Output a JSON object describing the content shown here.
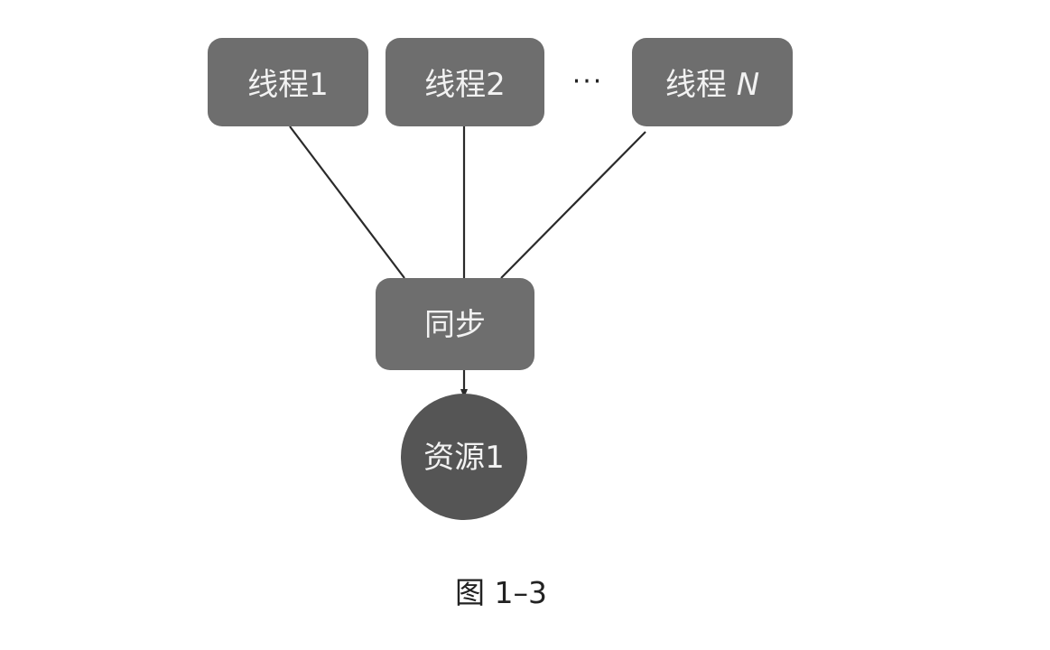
{
  "diagram": {
    "threads": [
      {
        "prefix": "线程",
        "suffix": "1"
      },
      {
        "prefix": "线程",
        "suffix": "2"
      },
      {
        "prefix": "线程 ",
        "suffix": "N"
      }
    ],
    "ellipsis": "···",
    "sync": {
      "label": "同步"
    },
    "resource": {
      "label": "资源1"
    },
    "caption": "图 1–3"
  },
  "colors": {
    "box": "#6e6e6e",
    "circle": "#555555",
    "label": "#f2f2f2",
    "line": "#2a2a2a"
  }
}
